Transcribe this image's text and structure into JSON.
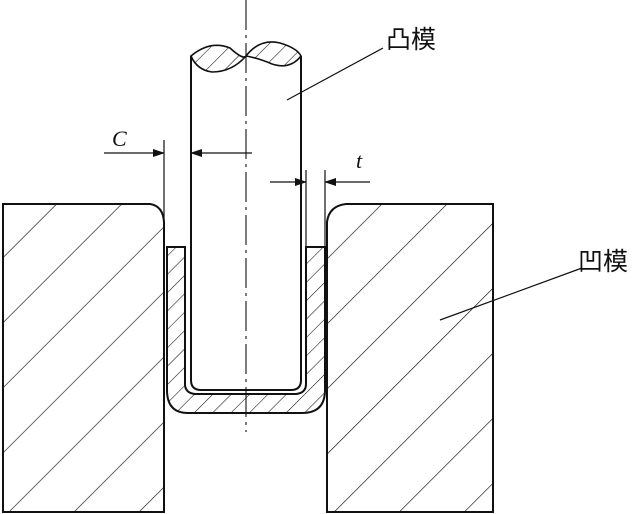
{
  "labels": {
    "punch": "凸模",
    "die": "凹模",
    "clearance": "C",
    "thickness": "t"
  },
  "colors": {
    "line": "#111111",
    "background": "#ffffff"
  }
}
